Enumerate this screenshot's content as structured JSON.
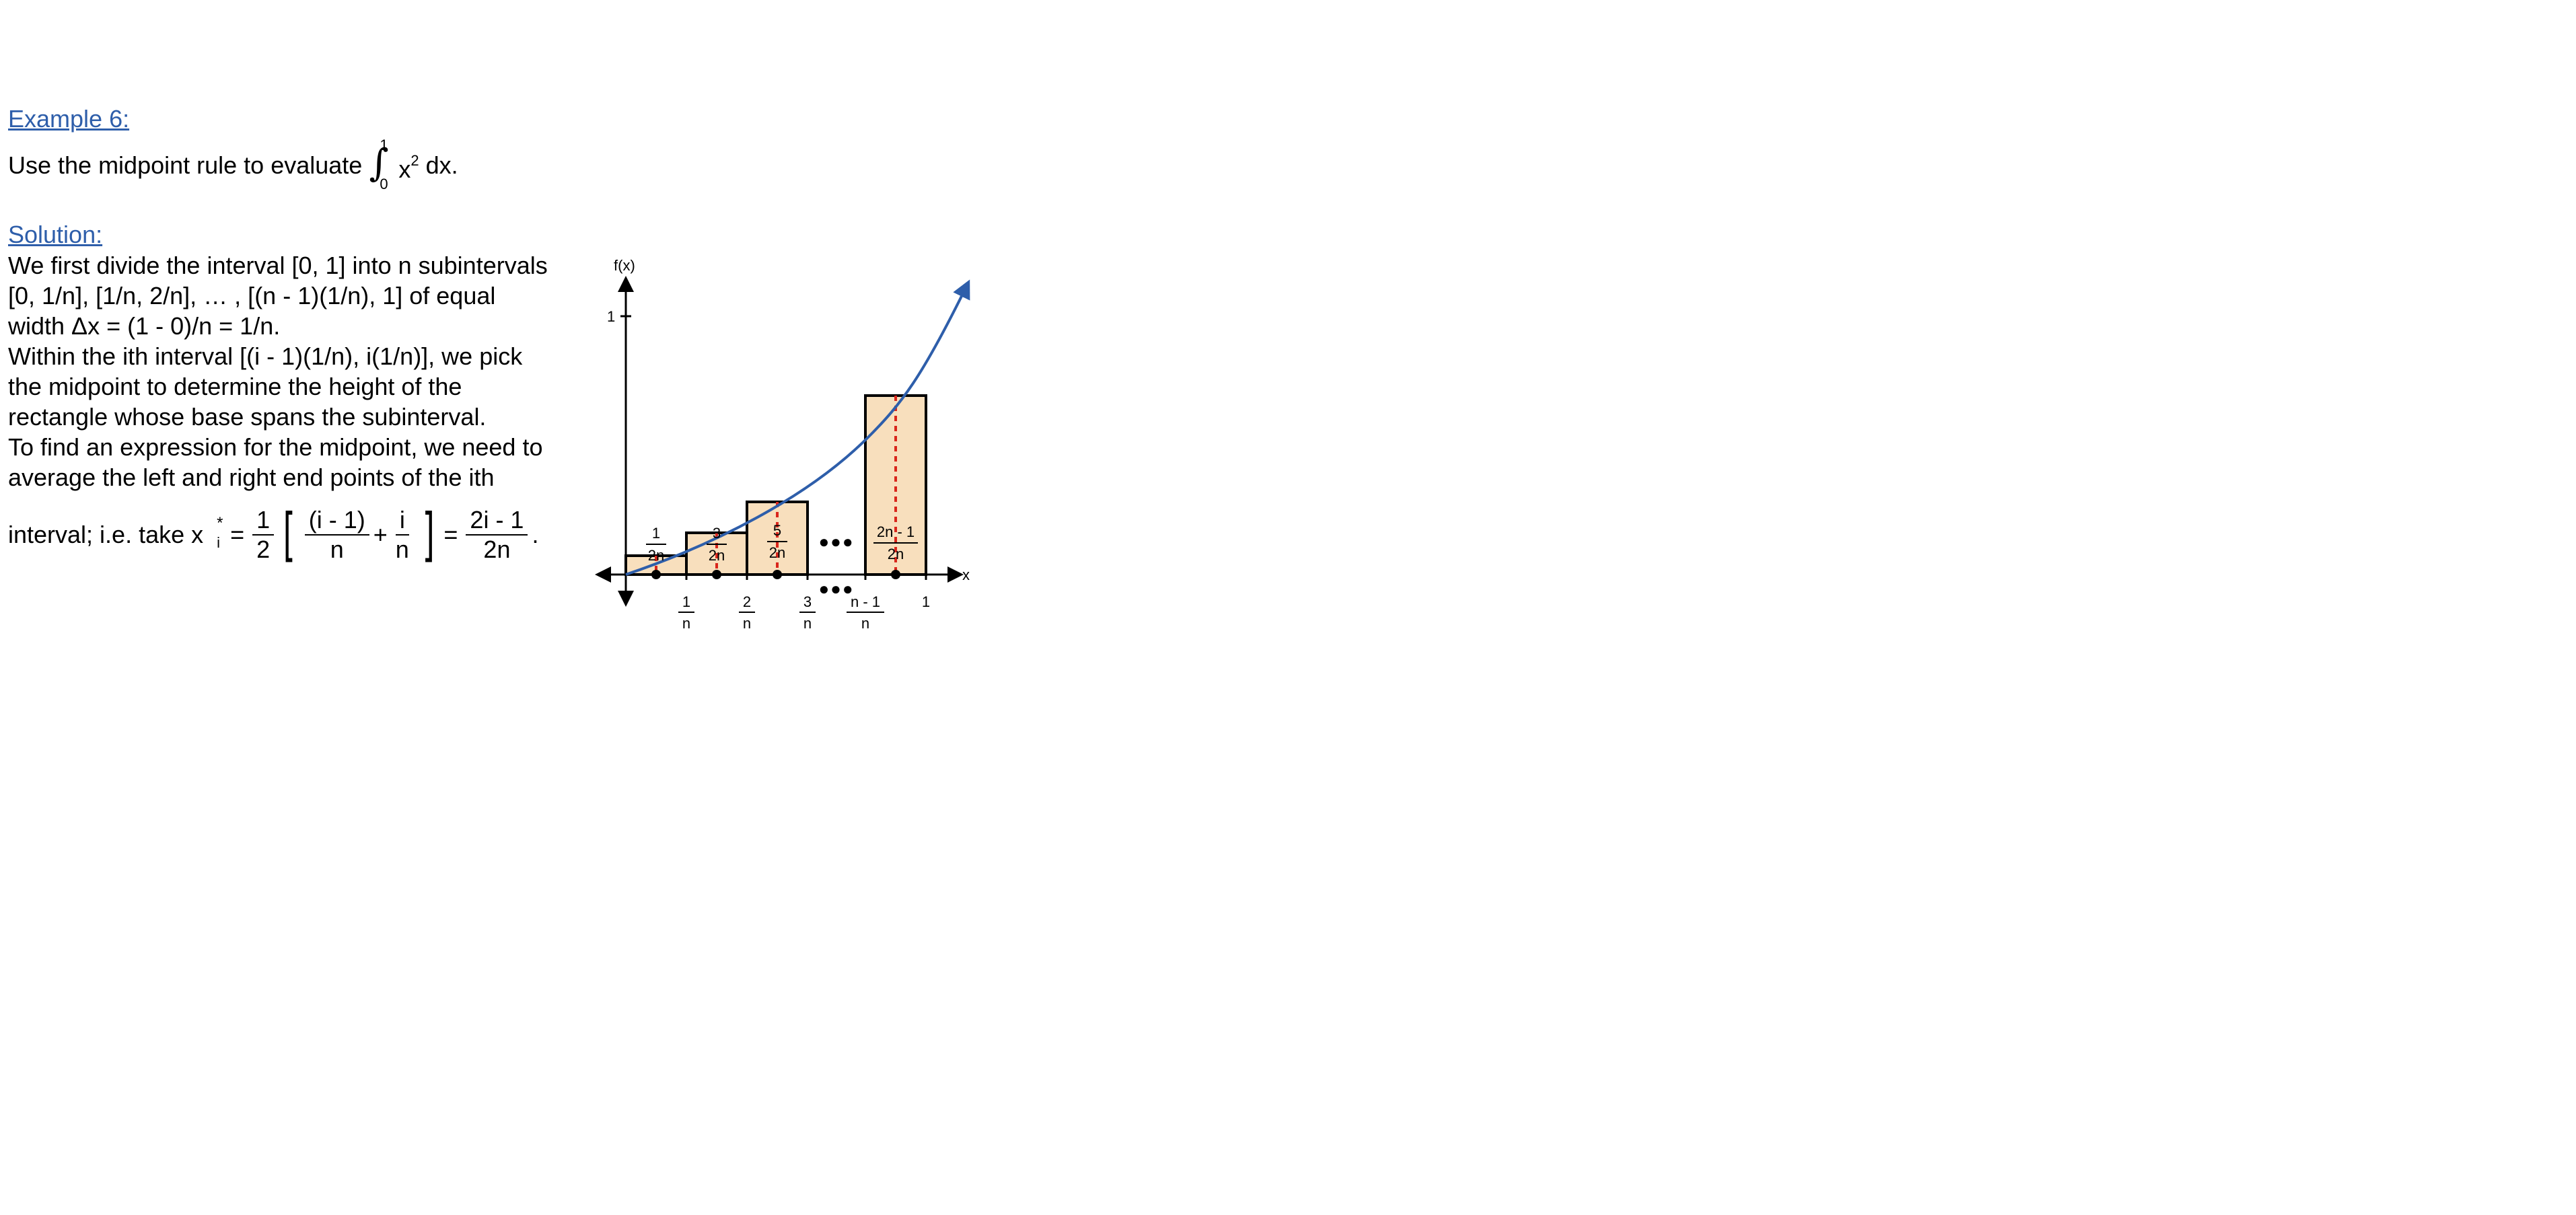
{
  "example": {
    "heading": "Example 6:",
    "problem_prefix": "Use the midpoint rule to evaluate ",
    "integral_upper": "1",
    "integral_lower": "0",
    "integrand": "x",
    "integrand_power": "2",
    "problem_suffix": " dx."
  },
  "solution": {
    "heading": "Solution:",
    "lines": [
      "We first divide the interval [0, 1] into n subintervals",
      "[0, 1/n], [1/n, 2/n], … , [(n - 1)(1/n), 1] of equal",
      "width  Δx = (1 - 0)/n = 1/n.",
      "Within the ith interval [(i - 1)(1/n), i(1/n)], we pick",
      "the midpoint to determine the height of the",
      "rectangle whose base spans the subinterval.",
      "To find an expression for the midpoint, we need to",
      "average the left and right end points of the ith"
    ],
    "final_prefix": "interval; i.e. take x",
    "xi_sub": "i",
    "xi_sup": "*",
    "equals": "=",
    "half_num": "1",
    "half_den": "2",
    "left_bracket": "[",
    "right_bracket": "]",
    "term1_num": "(i - 1)",
    "term1_den": "n",
    "plus": "+",
    "term2_num": "i",
    "term2_den": "n",
    "equals2": "=",
    "result_num": "2i - 1",
    "result_den": "2n",
    "period": "."
  },
  "chart_data": {
    "type": "diagram",
    "ylabel": "f(x)",
    "xlabel": "x",
    "y_tick": "1",
    "curve": "x^2",
    "color_curve": "#2e5eaa",
    "color_rect": "#f8dfbd",
    "color_midline": "#d9261c",
    "x_ticks": [
      {
        "num": "1",
        "den": "n"
      },
      {
        "num": "2",
        "den": "n"
      },
      {
        "num": "3",
        "den": "n"
      },
      {
        "num": "n - 1",
        "den": "n"
      },
      {
        "label": "1"
      }
    ],
    "midpoint_labels": [
      {
        "num": "1",
        "den": "2n"
      },
      {
        "num": "3",
        "den": "2n"
      },
      {
        "num": "5",
        "den": "2n"
      },
      {
        "num": "2n - 1",
        "den": "2n"
      }
    ],
    "ellipsis": "●●●"
  }
}
